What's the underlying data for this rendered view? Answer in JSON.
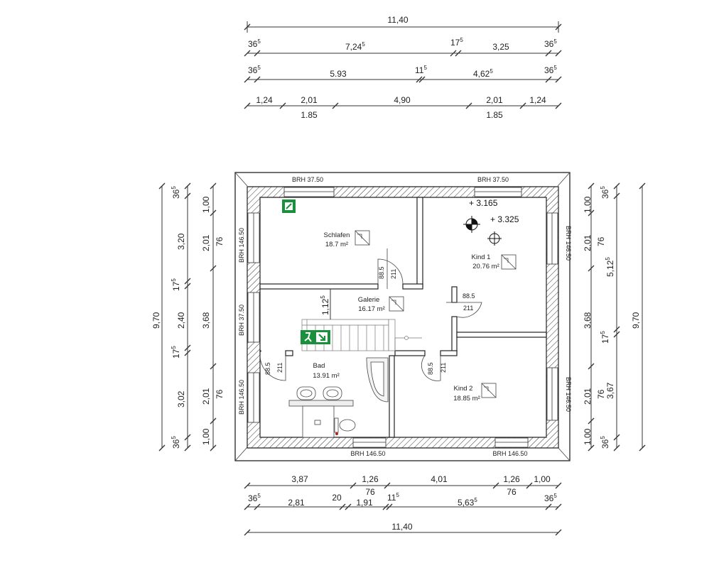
{
  "dimensions": {
    "top": {
      "overall": "11,40",
      "row2": {
        "a": "36",
        "a_sup": "5",
        "b": "7,24",
        "b_sup": "5",
        "c": "17",
        "c_sup": "5",
        "d": "3,25",
        "e": "36",
        "e_sup": "5"
      },
      "row3": {
        "a": "36",
        "a_sup": "5",
        "b": "5.93",
        "c": "11",
        "c_sup": "5",
        "d": "4,62",
        "d_sup": "5",
        "e": "36",
        "e_sup": "5"
      },
      "row4": {
        "a": "1,24",
        "b": "2,01",
        "c": "4,90",
        "d": "2,01",
        "e": "1,24",
        "sub_left": "1.85",
        "sub_right": "1.85"
      }
    },
    "bottom": {
      "row1": {
        "a": "3,87",
        "b": "1,26",
        "b_sub": "76",
        "c": "4,01",
        "d": "1,26",
        "d_sub": "76",
        "e": "1,00"
      },
      "row2": {
        "a": "36",
        "a_sup": "5",
        "b": "2,81",
        "c": "20",
        "d": "1,91",
        "e": "11",
        "e_sup": "5",
        "f": "5,63",
        "f_sup": "5",
        "g": "36",
        "g_sup": "5"
      },
      "overall": "11,40"
    },
    "left": {
      "overall": "9,70",
      "outer": [
        "36",
        "3,20",
        "17",
        "2,40",
        "17",
        "3,02",
        "36"
      ],
      "outer_sup": [
        "5",
        "",
        "5",
        "",
        "5",
        "",
        "5"
      ],
      "inner": [
        "1,00",
        "2,01",
        "3,68",
        "2,01",
        "1,00"
      ],
      "inner_sub": [
        "76",
        "76"
      ]
    },
    "right": {
      "overall": "9,70",
      "inner": [
        "1,00",
        "2,01",
        "3,68",
        "2,01",
        "1,00"
      ],
      "inner_sub": [
        "76",
        "76"
      ],
      "outer": [
        "36",
        "5,12",
        "17",
        "3,67",
        "36"
      ],
      "outer_sup": [
        "5",
        "5",
        "5",
        "",
        "5"
      ]
    }
  },
  "sill_labels": {
    "top_left": "BRH 37.50",
    "top_right": "BRH 37.50",
    "left_upper": "BRH 146.50",
    "left_middle": "BRH 37.50",
    "left_lower": "BRH 146.50",
    "right_upper": "BRH 146.50",
    "right_lower": "BRH 146.50",
    "bottom_left": "BRH 146.50",
    "bottom_right": "BRH 146.50"
  },
  "rooms": [
    {
      "name": "Schlafen",
      "area": "18.7 m²"
    },
    {
      "name": "Kind 1",
      "area": "20.76 m²"
    },
    {
      "name": "Galerie",
      "area": "16.17 m²"
    },
    {
      "name": "Bad",
      "area": "13.91 m²"
    },
    {
      "name": "Kind 2",
      "area": "18.85 m²"
    }
  ],
  "elevations": {
    "upper": "+ 3.165",
    "lower": "+ 3.325"
  },
  "doors": {
    "schlafen": {
      "w": "88.5",
      "h": "211"
    },
    "kind1": {
      "w": "88.5",
      "h": "211"
    },
    "bad": {
      "w": "88.5",
      "h": "211"
    },
    "kind2": {
      "w": "88.5",
      "h": "211"
    }
  },
  "galerie_width": {
    "value": "1,12",
    "sup": "5"
  }
}
